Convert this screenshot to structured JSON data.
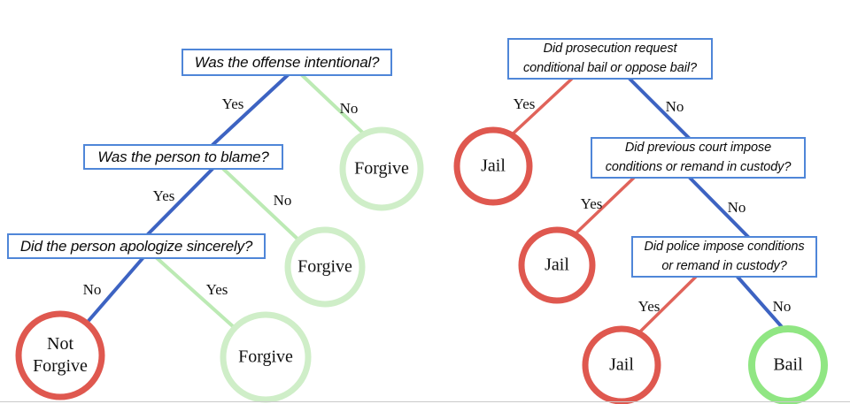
{
  "colors": {
    "box_border": "#4f86d8",
    "edge_blue": "#3d63c2",
    "edge_green": "#bceab4",
    "edge_red": "#e0635a",
    "circle_red": "#df584f",
    "circle_pale_green": "#cfeec8",
    "circle_bright_green": "#90e683"
  },
  "left_tree": {
    "q1": "Was the offense intentional?",
    "q1_yes": "Yes",
    "q1_no": "No",
    "q2": "Was the person to blame?",
    "q2_yes": "Yes",
    "q2_no": "No",
    "q3": "Did the person apologize sincerely?",
    "q3_no": "No",
    "q3_yes": "Yes",
    "leaf_forgive_top": "Forgive",
    "leaf_forgive_mid": "Forgive",
    "leaf_forgive_bottom": "Forgive",
    "leaf_not_forgive": "Not Forgive"
  },
  "right_tree": {
    "q1": "Did prosecution request conditional bail or oppose bail?",
    "q1_yes": "Yes",
    "q1_no": "No",
    "q2": "Did previous court impose conditions or remand in custody?",
    "q2_yes": "Yes",
    "q2_no": "No",
    "q3": "Did police impose conditions or remand in custody?",
    "q3_yes": "Yes",
    "q3_no": "No",
    "leaf_jail_1": "Jail",
    "leaf_jail_2": "Jail",
    "leaf_jail_3": "Jail",
    "leaf_bail": "Bail"
  }
}
